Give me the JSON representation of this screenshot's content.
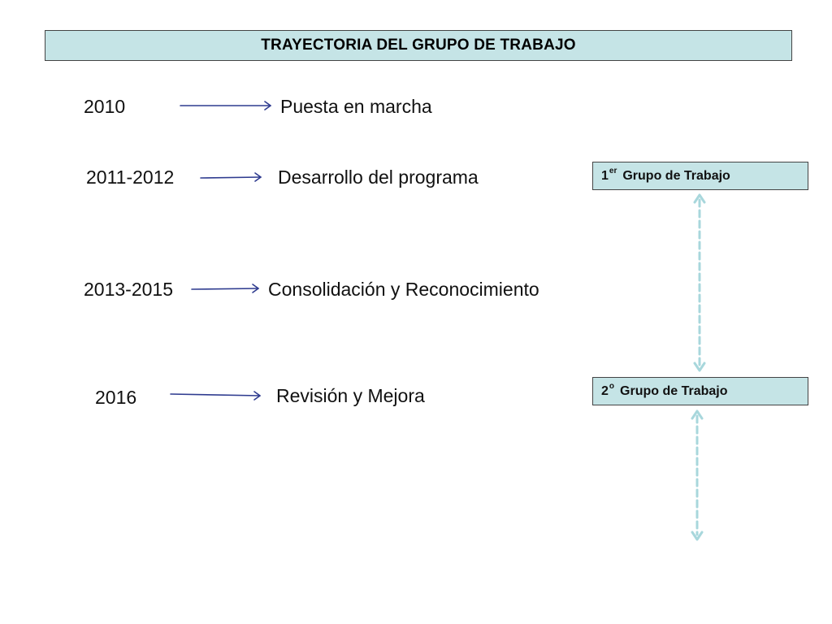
{
  "title": "TRAYECTORIA DEL GRUPO DE TRABAJO",
  "timeline": [
    {
      "year": "2010",
      "phase": "Puesta en marcha"
    },
    {
      "year": "2011-2012",
      "phase": "Desarrollo del programa"
    },
    {
      "year": "2013-2015",
      "phase": "Consolidación y Reconocimiento"
    },
    {
      "year": "2016",
      "phase": "Revisión y Mejora"
    }
  ],
  "groups": [
    {
      "number": "1",
      "superscript": "er",
      "label": "Grupo de Trabajo"
    },
    {
      "number": "2",
      "superscript": "o",
      "label": "Grupo de Trabajo"
    }
  ],
  "colors": {
    "box_fill": "#c5e4e6",
    "box_border": "#444444",
    "timeline_arrow": "#2e3b8f",
    "dashed_arrow": "#a8d7dc"
  }
}
